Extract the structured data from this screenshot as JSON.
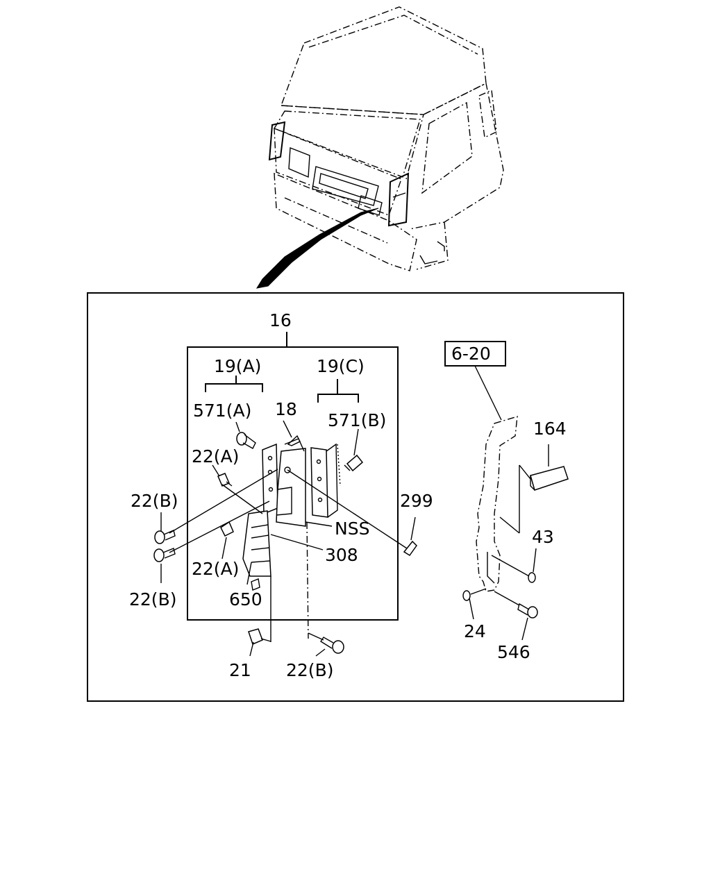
{
  "diagram": {
    "labels": {
      "l16": "16",
      "l19a": "19(A)",
      "l19c": "19(C)",
      "l571a": "571(A)",
      "l18": "18",
      "l571b": "571(B)",
      "l22a_top": "22(A)",
      "l22b_upper": "22(B)",
      "l299": "299",
      "lnss": "NSS",
      "l308": "308",
      "l22a_lower": "22(A)",
      "l22b_lower": "22(B)",
      "l650": "650",
      "l21": "21",
      "l22b_bottom": "22(B)",
      "l620": "6-20",
      "l164": "164",
      "l43": "43",
      "l24": "24",
      "l546": "546"
    }
  }
}
